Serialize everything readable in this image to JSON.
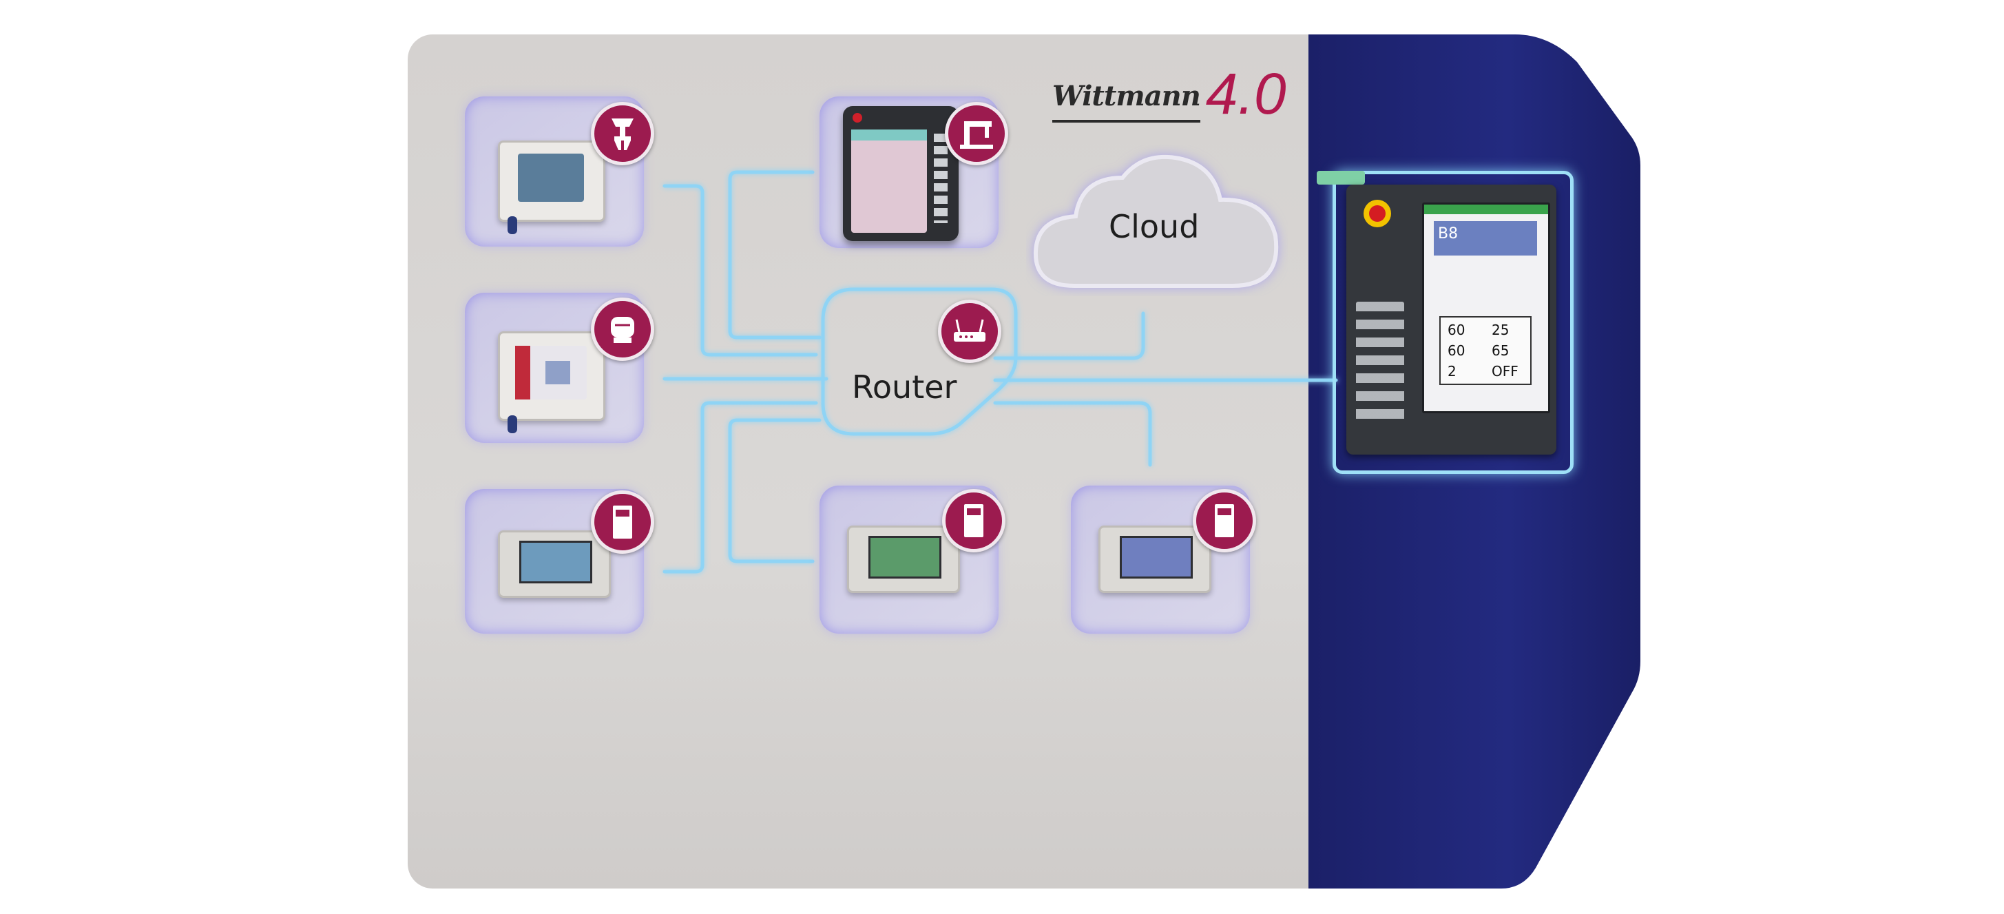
{
  "brand": {
    "name": "Wittmann",
    "version": "4.0"
  },
  "nodes": {
    "cloud": {
      "label": "Cloud"
    },
    "router": {
      "label": "Router"
    }
  },
  "devices": [
    {
      "icon": "gripper-icon"
    },
    {
      "icon": "robot-arm-icon"
    },
    {
      "icon": "dryer-icon"
    },
    {
      "icon": "temperature-controller-icon"
    },
    {
      "icon": "temperature-controller-icon"
    },
    {
      "icon": "temperature-controller-icon"
    }
  ],
  "controller_screen": {
    "header": "B8",
    "values_left": [
      "60",
      "60",
      "2"
    ],
    "values_right": [
      "25",
      "65",
      "OFF"
    ]
  },
  "colors": {
    "badge": "#9c1b4f",
    "line_glow": "#8fd4f5",
    "machine_blue": "#1f2373",
    "brand_accent": "#b0194e"
  }
}
